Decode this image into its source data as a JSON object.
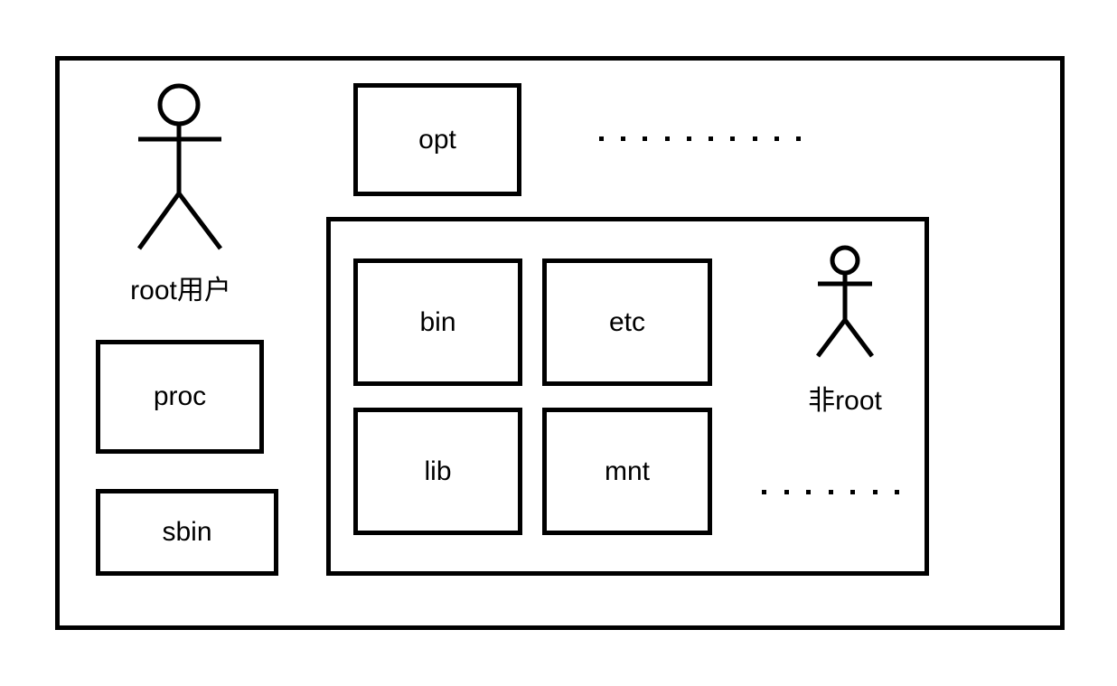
{
  "diagram": {
    "colors": {
      "stroke": "#000000",
      "background": "#ffffff"
    },
    "outer_system": {
      "root_user": {
        "icon": "stick-figure-icon",
        "label": "root用户"
      },
      "directories": {
        "opt": "opt",
        "proc": "proc",
        "sbin": "sbin"
      },
      "ellipsis_top": "..........."
    },
    "inner_area": {
      "non_root_user": {
        "icon": "stick-figure-icon",
        "label": "非root"
      },
      "directories": {
        "bin": "bin",
        "etc": "etc",
        "lib": "lib",
        "mnt": "mnt"
      },
      "ellipsis_bottom": "......."
    }
  }
}
